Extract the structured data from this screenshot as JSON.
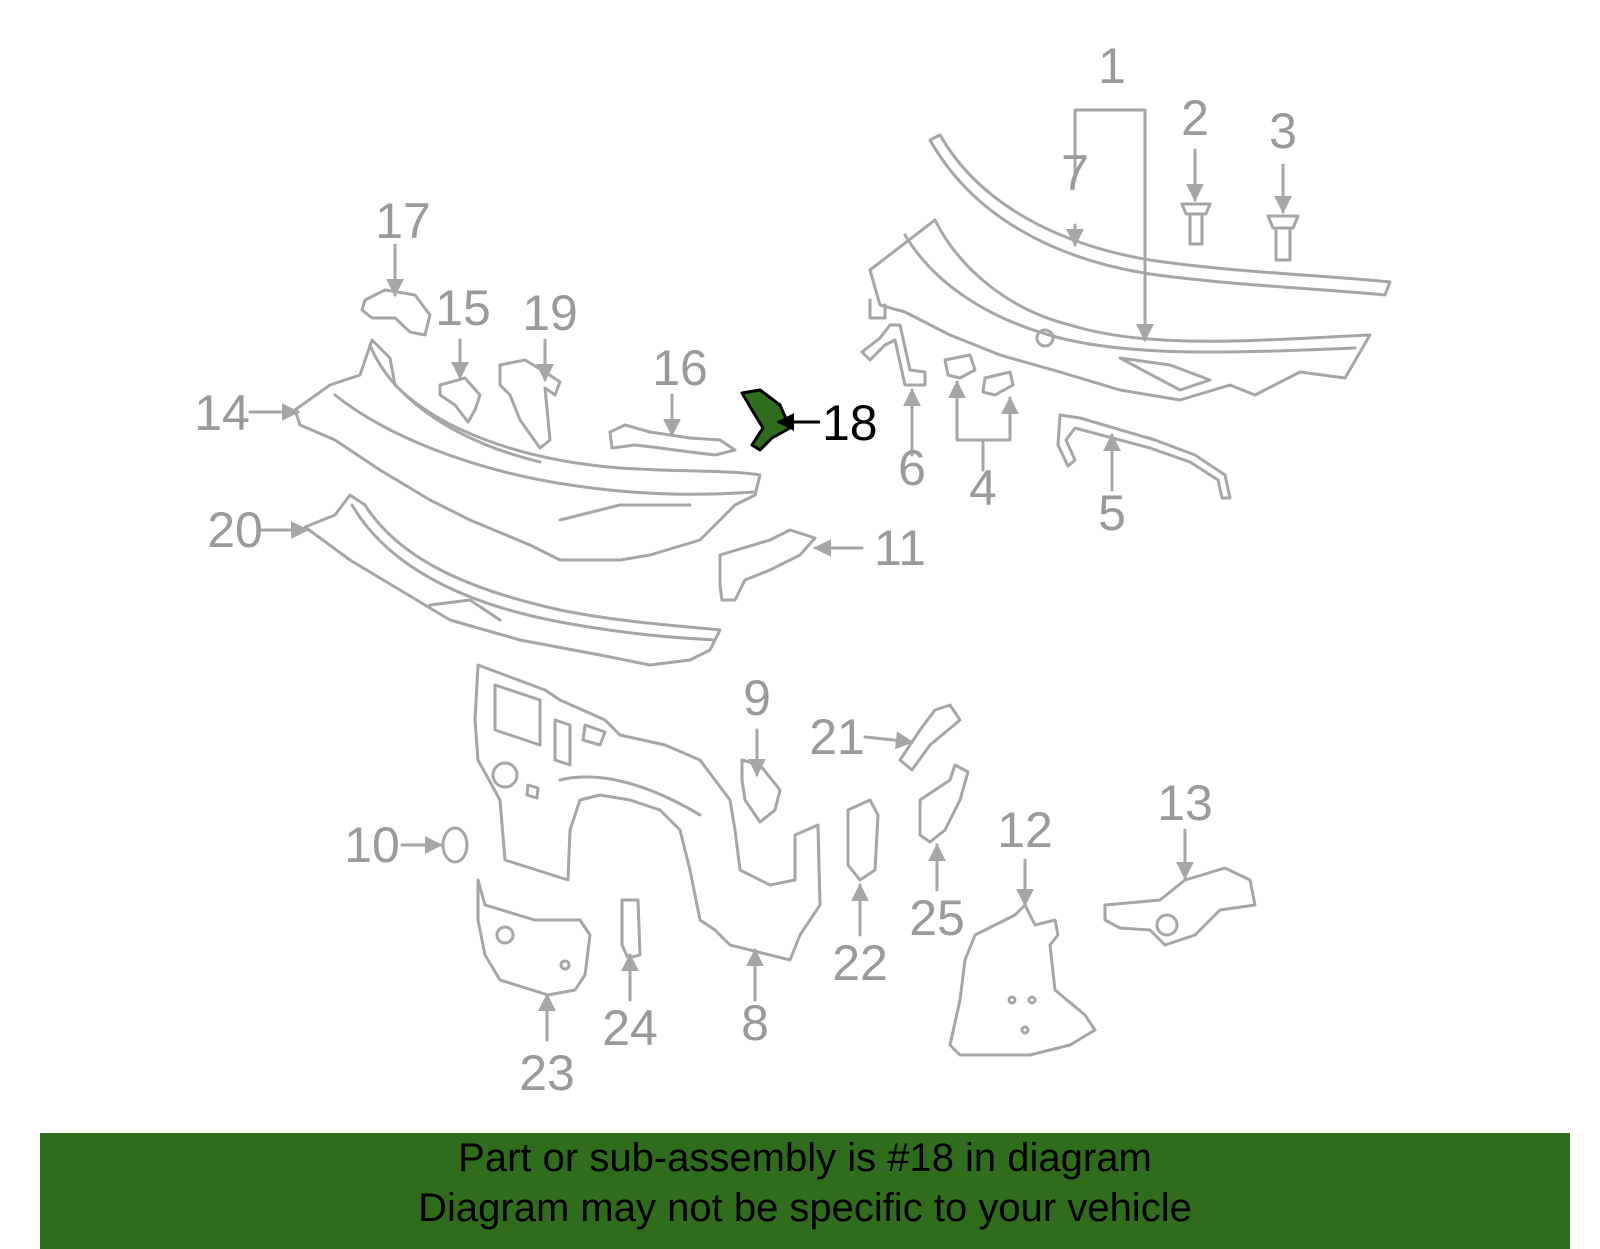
{
  "colors": {
    "line": "#a6a6a6",
    "highlight": "#2f6d1d",
    "banner": "#2f6d1d",
    "label": "#9a9a9a",
    "highlight_label": "#000000"
  },
  "highlighted_part": "18",
  "labels": {
    "p1": "1",
    "p2": "2",
    "p3": "3",
    "p4": "4",
    "p5": "5",
    "p6": "6",
    "p7": "7",
    "p8": "8",
    "p9": "9",
    "p10": "10",
    "p11": "11",
    "p12": "12",
    "p13": "13",
    "p14": "14",
    "p15": "15",
    "p16": "16",
    "p17": "17",
    "p18": "18",
    "p19": "19",
    "p20": "20",
    "p21": "21",
    "p22": "22",
    "p23": "23",
    "p24": "24",
    "p25": "25"
  },
  "caption": {
    "line1": "Part or sub-assembly is #18 in diagram",
    "line2": "Diagram may not be specific to your vehicle"
  }
}
